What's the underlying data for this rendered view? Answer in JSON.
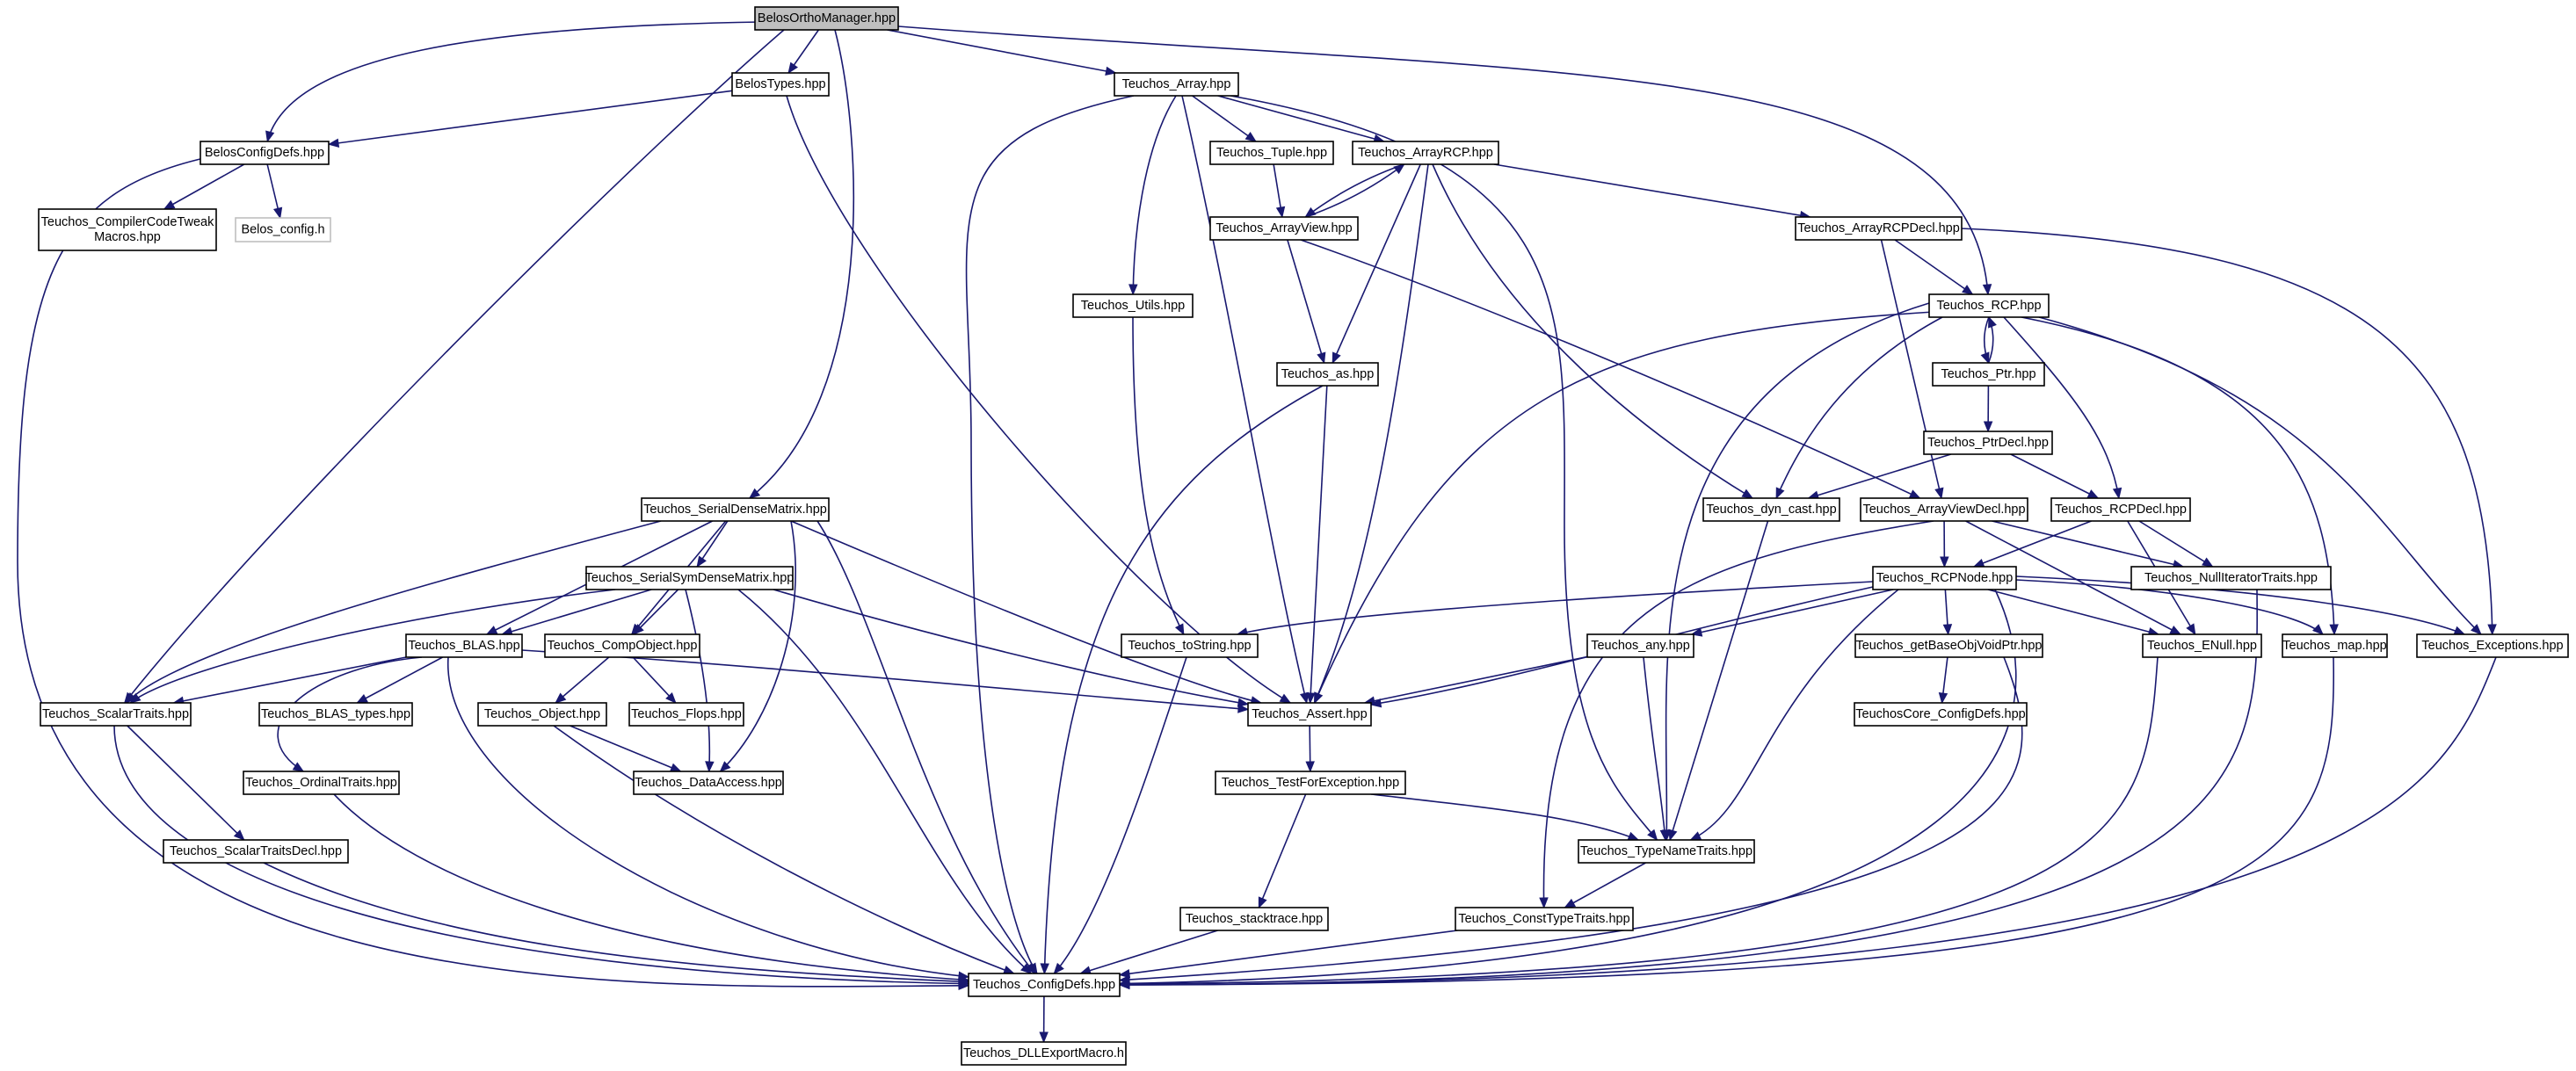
{
  "diagram": {
    "nodes": [
      {
        "id": "belos_ortho",
        "lines": [
          "BelosOrthoManager.hpp"
        ],
        "style": "root"
      },
      {
        "id": "belos_types",
        "lines": [
          "BelosTypes.hpp"
        ]
      },
      {
        "id": "belos_configdefs",
        "lines": [
          "BelosConfigDefs.hpp"
        ]
      },
      {
        "id": "compiler_tweak",
        "lines": [
          "Teuchos_CompilerCodeTweak",
          "Macros.hpp"
        ]
      },
      {
        "id": "belos_config_h",
        "lines": [
          "Belos_config.h"
        ],
        "style": "grey"
      },
      {
        "id": "array",
        "lines": [
          "Teuchos_Array.hpp"
        ]
      },
      {
        "id": "tuple",
        "lines": [
          "Teuchos_Tuple.hpp"
        ]
      },
      {
        "id": "arrayrcp",
        "lines": [
          "Teuchos_ArrayRCP.hpp"
        ]
      },
      {
        "id": "arrayview",
        "lines": [
          "Teuchos_ArrayView.hpp"
        ]
      },
      {
        "id": "utils",
        "lines": [
          "Teuchos_Utils.hpp"
        ]
      },
      {
        "id": "as",
        "lines": [
          "Teuchos_as.hpp"
        ]
      },
      {
        "id": "arrayrcpdecl",
        "lines": [
          "Teuchos_ArrayRCPDecl.hpp"
        ]
      },
      {
        "id": "rcp",
        "lines": [
          "Teuchos_RCP.hpp"
        ]
      },
      {
        "id": "ptr",
        "lines": [
          "Teuchos_Ptr.hpp"
        ]
      },
      {
        "id": "ptrdecl",
        "lines": [
          "Teuchos_PtrDecl.hpp"
        ]
      },
      {
        "id": "rcpdecl",
        "lines": [
          "Teuchos_RCPDecl.hpp"
        ]
      },
      {
        "id": "dyncast",
        "lines": [
          "Teuchos_dyn_cast.hpp"
        ]
      },
      {
        "id": "arrayviewdecl",
        "lines": [
          "Teuchos_ArrayViewDecl.hpp"
        ]
      },
      {
        "id": "rcpnode",
        "lines": [
          "Teuchos_RCPNode.hpp"
        ]
      },
      {
        "id": "nulliter",
        "lines": [
          "Teuchos_NullIteratorTraits.hpp"
        ]
      },
      {
        "id": "serialdense",
        "lines": [
          "Teuchos_SerialDenseMatrix.hpp"
        ]
      },
      {
        "id": "serialsym",
        "lines": [
          "Teuchos_SerialSymDenseMatrix.hpp"
        ]
      },
      {
        "id": "blas",
        "lines": [
          "Teuchos_BLAS.hpp"
        ]
      },
      {
        "id": "compobject",
        "lines": [
          "Teuchos_CompObject.hpp"
        ]
      },
      {
        "id": "tostring",
        "lines": [
          "Teuchos_toString.hpp"
        ]
      },
      {
        "id": "any",
        "lines": [
          "Teuchos_any.hpp"
        ]
      },
      {
        "id": "getbase",
        "lines": [
          "Teuchos_getBaseObjVoidPtr.hpp"
        ]
      },
      {
        "id": "enull",
        "lines": [
          "Teuchos_ENull.hpp"
        ]
      },
      {
        "id": "map",
        "lines": [
          "Teuchos_map.hpp"
        ]
      },
      {
        "id": "exceptions",
        "lines": [
          "Teuchos_Exceptions.hpp"
        ]
      },
      {
        "id": "scalartraits",
        "lines": [
          "Teuchos_ScalarTraits.hpp"
        ]
      },
      {
        "id": "blastypes",
        "lines": [
          "Teuchos_BLAS_types.hpp"
        ]
      },
      {
        "id": "object",
        "lines": [
          "Teuchos_Object.hpp"
        ]
      },
      {
        "id": "flops",
        "lines": [
          "Teuchos_Flops.hpp"
        ]
      },
      {
        "id": "assert",
        "lines": [
          "Teuchos_Assert.hpp"
        ]
      },
      {
        "id": "coreconfig",
        "lines": [
          "TeuchosCore_ConfigDefs.hpp"
        ]
      },
      {
        "id": "ordinal",
        "lines": [
          "Teuchos_OrdinalTraits.hpp"
        ]
      },
      {
        "id": "dataaccess",
        "lines": [
          "Teuchos_DataAccess.hpp"
        ]
      },
      {
        "id": "testforexc",
        "lines": [
          "Teuchos_TestForException.hpp"
        ]
      },
      {
        "id": "scalartraitsdecl",
        "lines": [
          "Teuchos_ScalarTraitsDecl.hpp"
        ]
      },
      {
        "id": "typename",
        "lines": [
          "Teuchos_TypeNameTraits.hpp"
        ]
      },
      {
        "id": "stacktrace",
        "lines": [
          "Teuchos_stacktrace.hpp"
        ]
      },
      {
        "id": "consttype",
        "lines": [
          "Teuchos_ConstTypeTraits.hpp"
        ]
      },
      {
        "id": "configdefs",
        "lines": [
          "Teuchos_ConfigDefs.hpp"
        ]
      },
      {
        "id": "dllexport",
        "lines": [
          "Teuchos_DLLExportMacro.h"
        ]
      }
    ],
    "edges": [
      [
        "belos_ortho",
        "belos_configdefs"
      ],
      [
        "belos_ortho",
        "belos_types"
      ],
      [
        "belos_ortho",
        "scalartraits"
      ],
      [
        "belos_ortho",
        "serialdense"
      ],
      [
        "belos_ortho",
        "array"
      ],
      [
        "belos_ortho",
        "rcp"
      ],
      [
        "belos_types",
        "belos_configdefs"
      ],
      [
        "belos_types",
        "assert"
      ],
      [
        "belos_configdefs",
        "compiler_tweak"
      ],
      [
        "belos_configdefs",
        "belos_config_h"
      ],
      [
        "belos_configdefs",
        "configdefs"
      ],
      [
        "array",
        "tuple"
      ],
      [
        "array",
        "arrayrcp"
      ],
      [
        "array",
        "utils"
      ],
      [
        "array",
        "assert"
      ],
      [
        "array",
        "configdefs"
      ],
      [
        "array",
        "typename"
      ],
      [
        "tuple",
        "arrayview"
      ],
      [
        "arrayrcp",
        "arrayview"
      ],
      [
        "arrayview",
        "arrayrcp"
      ],
      [
        "arrayrcp",
        "as"
      ],
      [
        "arrayrcp",
        "assert"
      ],
      [
        "arrayrcp",
        "dyncast"
      ],
      [
        "arrayrcp",
        "arrayrcpdecl"
      ],
      [
        "arrayview",
        "as"
      ],
      [
        "arrayview",
        "arrayviewdecl"
      ],
      [
        "utils",
        "tostring"
      ],
      [
        "as",
        "assert"
      ],
      [
        "as",
        "configdefs"
      ],
      [
        "arrayrcpdecl",
        "rcp"
      ],
      [
        "arrayrcpdecl",
        "arrayviewdecl"
      ],
      [
        "arrayrcpdecl",
        "exceptions"
      ],
      [
        "rcp",
        "ptr"
      ],
      [
        "ptr",
        "rcp"
      ],
      [
        "rcp",
        "dyncast"
      ],
      [
        "rcp",
        "rcpdecl"
      ],
      [
        "rcp",
        "assert"
      ],
      [
        "rcp",
        "typename"
      ],
      [
        "rcp",
        "map"
      ],
      [
        "rcp",
        "exceptions"
      ],
      [
        "ptr",
        "ptrdecl"
      ],
      [
        "ptrdecl",
        "dyncast"
      ],
      [
        "ptrdecl",
        "rcpdecl"
      ],
      [
        "rcpdecl",
        "rcpnode"
      ],
      [
        "rcpdecl",
        "nulliter"
      ],
      [
        "rcpdecl",
        "enull"
      ],
      [
        "dyncast",
        "typename"
      ],
      [
        "arrayviewdecl",
        "rcpnode"
      ],
      [
        "arrayviewdecl",
        "nulliter"
      ],
      [
        "arrayviewdecl",
        "enull"
      ],
      [
        "arrayviewdecl",
        "consttype"
      ],
      [
        "rcpnode",
        "tostring"
      ],
      [
        "rcpnode",
        "any"
      ],
      [
        "rcpnode",
        "getbase"
      ],
      [
        "rcpnode",
        "enull"
      ],
      [
        "rcpnode",
        "map"
      ],
      [
        "rcpnode",
        "exceptions"
      ],
      [
        "rcpnode",
        "assert"
      ],
      [
        "rcpnode",
        "typename"
      ],
      [
        "rcpnode",
        "configdefs"
      ],
      [
        "nulliter",
        "configdefs"
      ],
      [
        "serialdense",
        "serialsym"
      ],
      [
        "serialdense",
        "blas"
      ],
      [
        "serialdense",
        "compobject"
      ],
      [
        "serialdense",
        "scalartraits"
      ],
      [
        "serialdense",
        "dataaccess"
      ],
      [
        "serialdense",
        "assert"
      ],
      [
        "serialdense",
        "configdefs"
      ],
      [
        "serialsym",
        "blas"
      ],
      [
        "serialsym",
        "compobject"
      ],
      [
        "serialsym",
        "scalartraits"
      ],
      [
        "serialsym",
        "dataaccess"
      ],
      [
        "serialsym",
        "assert"
      ],
      [
        "serialsym",
        "configdefs"
      ],
      [
        "blas",
        "scalartraits"
      ],
      [
        "blas",
        "blastypes"
      ],
      [
        "blas",
        "ordinal"
      ],
      [
        "blas",
        "assert"
      ],
      [
        "blas",
        "configdefs"
      ],
      [
        "compobject",
        "object"
      ],
      [
        "compobject",
        "flops"
      ],
      [
        "object",
        "dataaccess"
      ],
      [
        "object",
        "configdefs"
      ],
      [
        "tostring",
        "configdefs"
      ],
      [
        "any",
        "assert"
      ],
      [
        "any",
        "typename"
      ],
      [
        "getbase",
        "coreconfig"
      ],
      [
        "getbase",
        "configdefs"
      ],
      [
        "enull",
        "configdefs"
      ],
      [
        "map",
        "configdefs"
      ],
      [
        "exceptions",
        "configdefs"
      ],
      [
        "scalartraits",
        "scalartraitsdecl"
      ],
      [
        "scalartraits",
        "configdefs"
      ],
      [
        "ordinal",
        "configdefs"
      ],
      [
        "assert",
        "testforexc"
      ],
      [
        "testforexc",
        "stacktrace"
      ],
      [
        "testforexc",
        "typename"
      ],
      [
        "scalartraitsdecl",
        "configdefs"
      ],
      [
        "typename",
        "consttype"
      ],
      [
        "stacktrace",
        "configdefs"
      ],
      [
        "consttype",
        "configdefs"
      ],
      [
        "configdefs",
        "dllexport"
      ]
    ]
  }
}
